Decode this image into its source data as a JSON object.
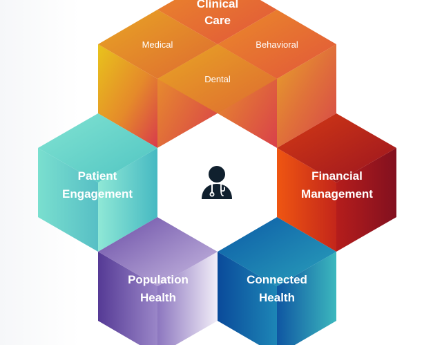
{
  "hub": {
    "icon": "doctor-stethoscope-icon",
    "icon_color": "#10202e"
  },
  "segments": {
    "clinical_care": {
      "title_line1": "Clinical",
      "title_line2": "Care",
      "sub_items": [
        "Medical",
        "Behavioral",
        "Dental"
      ],
      "colors": [
        "#e6b31f",
        "#e07a2c",
        "#d9434a"
      ]
    },
    "patient_engagement": {
      "title_line1": "Patient",
      "title_line2": "Engagement",
      "colors": [
        "#7fe0cf",
        "#4fc3c4",
        "#5ab9c6"
      ]
    },
    "financial_management": {
      "title_line1": "Financial",
      "title_line2": "Management",
      "colors": [
        "#ec4a16",
        "#b82018",
        "#8a0f1e"
      ]
    },
    "population_health": {
      "title_line1": "Population",
      "title_line2": "Health",
      "colors": [
        "#5b3f9a",
        "#9a84c8",
        "#efeaf6"
      ]
    },
    "connected_health": {
      "title_line1": "Connected",
      "title_line2": "Health",
      "colors": [
        "#0c4f9e",
        "#1b7ab8",
        "#34b3bd"
      ]
    }
  }
}
